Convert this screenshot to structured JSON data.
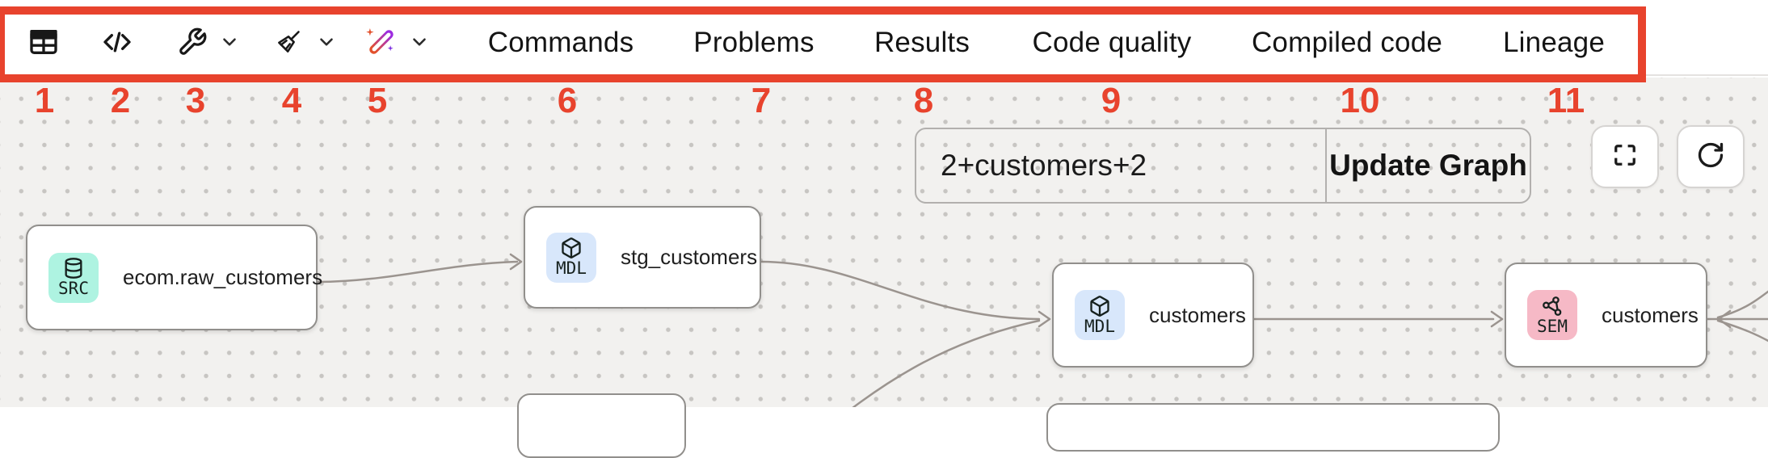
{
  "toolbar": {
    "icons": [
      "table",
      "code",
      "wrench",
      "broom",
      "magic-wand"
    ],
    "tabs": [
      "Commands",
      "Problems",
      "Results",
      "Code quality",
      "Compiled code",
      "Lineage"
    ]
  },
  "annotations": {
    "color": "#e8432d",
    "numbers": [
      "1",
      "2",
      "3",
      "4",
      "5",
      "6",
      "7",
      "8",
      "9",
      "10",
      "11"
    ]
  },
  "lineage": {
    "filter": {
      "value": "2+customers+2",
      "button_label": "Update Graph"
    },
    "controls": [
      "fullscreen",
      "refresh"
    ],
    "colors": {
      "src_badge": "#aef3e1",
      "mdl_badge": "#d8e7fb",
      "sem_badge": "#f6b9c6",
      "edge": "#9b948f"
    },
    "nodes": [
      {
        "label": "ecom.raw_customers",
        "badge": "SRC",
        "icon": "database"
      },
      {
        "label": "stg_customers",
        "badge": "MDL",
        "icon": "cube"
      },
      {
        "label": "customers",
        "badge": "MDL",
        "icon": "cube"
      },
      {
        "label": "customers",
        "badge": "SEM",
        "icon": "semantic-graph"
      }
    ]
  }
}
